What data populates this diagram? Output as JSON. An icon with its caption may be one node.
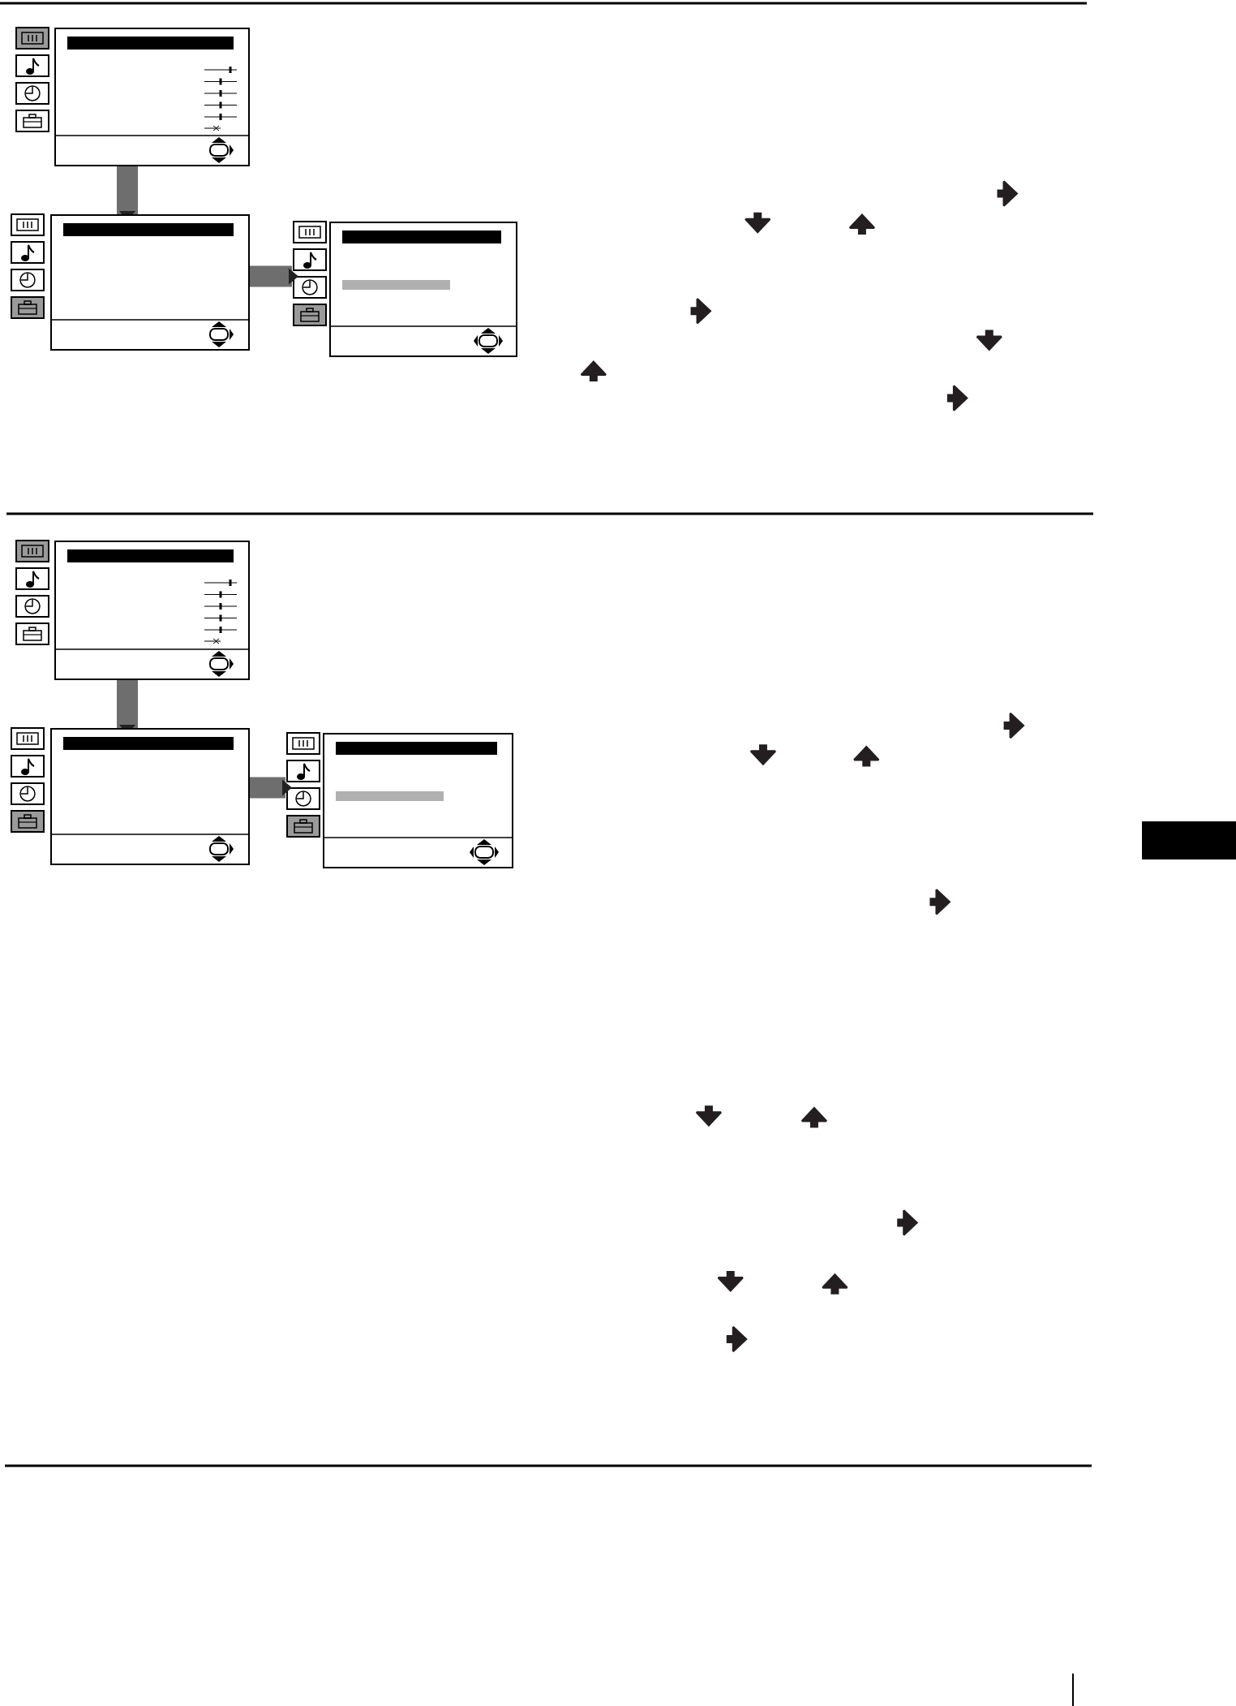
{
  "diagram": {
    "nodes": [
      {
        "text": [],
        "shape": "box"
      },
      {
        "text": [],
        "shape": "box"
      },
      {
        "text": [],
        "shape": "box"
      },
      {
        "text": [],
        "shape": "box"
      },
      {
        "text": [],
        "shape": "box"
      },
      {
        "text": [],
        "shape": "box"
      },
      {
        "text": [],
        "shape": "bar",
        "in": 0
      },
      {
        "text": [],
        "shape": "bar",
        "in": 1
      },
      {
        "text": [],
        "shape": "bar",
        "in": 2
      },
      {
        "text": [],
        "shape": "bar",
        "in": 3
      },
      {
        "text": [],
        "shape": "bar",
        "in": 4
      },
      {
        "text": [],
        "shape": "bar",
        "in": 5
      },
      {
        "text": [],
        "shape": "box"
      }
    ],
    "edges": [
      {
        "from": 0,
        "to": 1,
        "arrow": "to"
      },
      {
        "from": 1,
        "to": 2,
        "arrow": "to"
      },
      {
        "from": 3,
        "to": 4,
        "arrow": "to"
      },
      {
        "from": 4,
        "to": 5,
        "arrow": "to"
      }
    ]
  }
}
